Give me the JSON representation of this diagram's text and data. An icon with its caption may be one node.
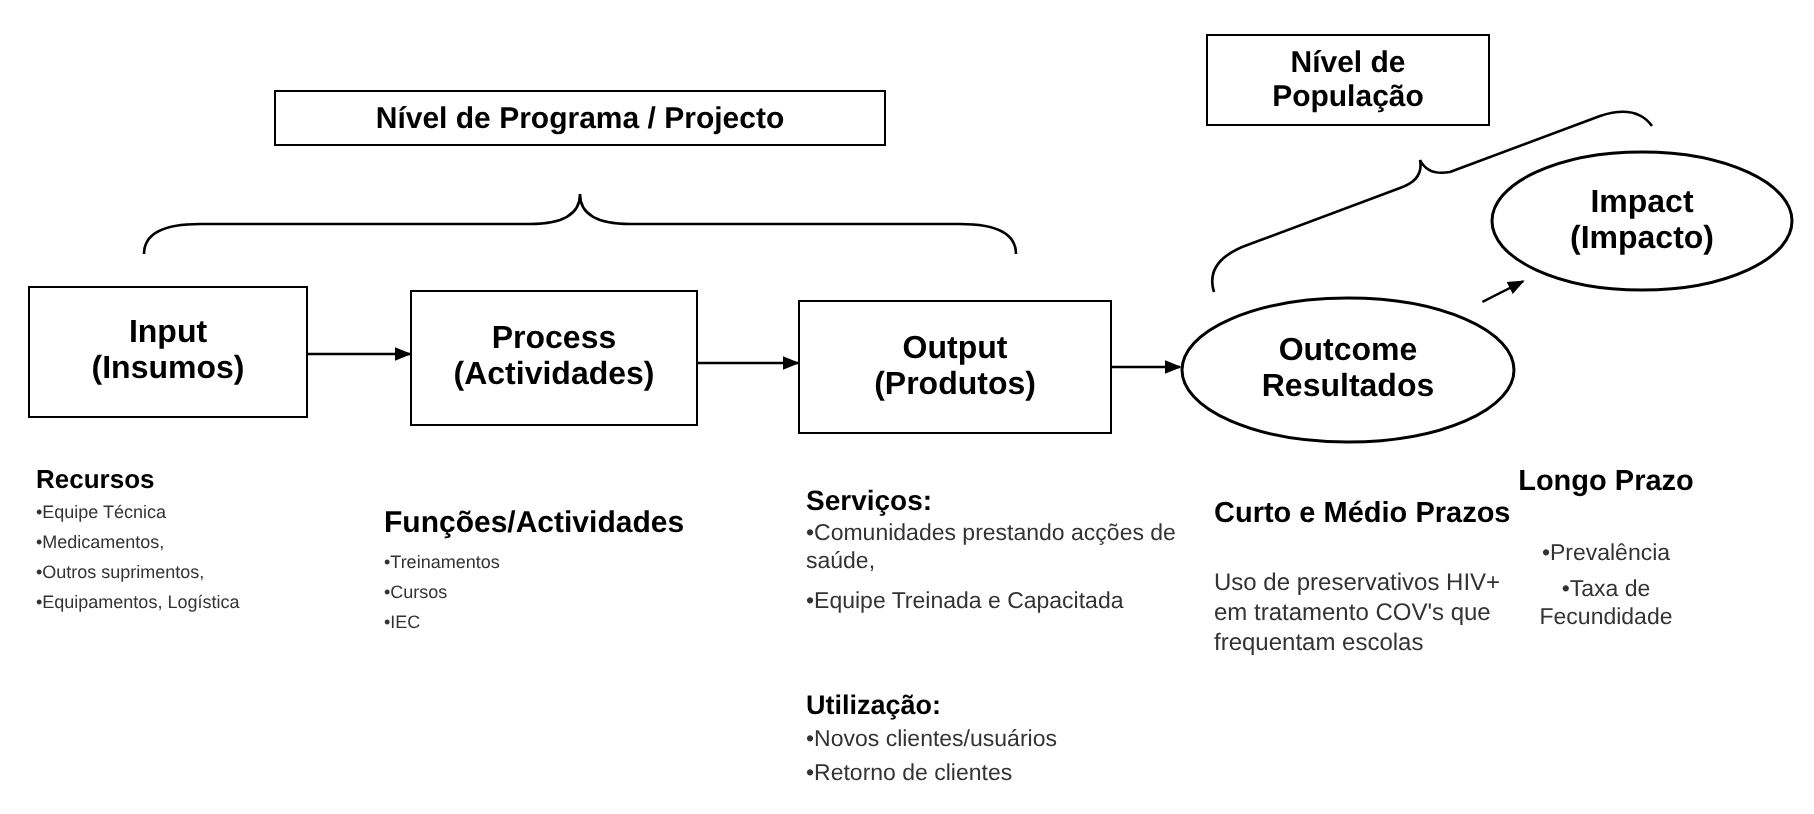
{
  "diagram": {
    "nodes": [
      {
        "text": [
          "Nível de Programa / Projecto"
        ]
      },
      {
        "text": [
          "Nível de População"
        ]
      },
      {
        "text": [
          "Input (Insumos)"
        ]
      },
      {
        "text": [
          "Process (Actividades)"
        ]
      },
      {
        "text": [
          "Output (Produtos)"
        ]
      },
      {
        "text": [
          "Outcome Resultados"
        ]
      },
      {
        "text": [
          "Impact (Impacto)"
        ]
      }
    ],
    "edges": [
      {
        "from": 2,
        "to": 3,
        "arrow": "to"
      },
      {
        "from": 3,
        "to": 4,
        "arrow": "to"
      },
      {
        "from": 4,
        "to": 5,
        "arrow": "to"
      },
      {
        "from": 5,
        "to": 6,
        "arrow": "to"
      }
    ],
    "labels": [
      "Recursos",
      "•Equipe Técnica",
      "•Medicamentos,",
      "•Outros suprimentos,",
      "•Equipamentos, Logística",
      "Funções/Actividades",
      "•Treinamentos",
      "•Cursos",
      "•IEC",
      "Serviços:",
      "•Comunidades prestando acções de saúde,",
      "•Equipe Treinada e Capacitada",
      "Utilização:",
      "•Novos clientes/usuários",
      "•Retorno de clientes",
      "Curto e Médio Prazos",
      "Uso de preservativos HIV+ em tratamento COV's que frequentam escolas",
      "Longo Prazo",
      "•Prevalência",
      "•Taxa de Fecundidade"
    ]
  }
}
